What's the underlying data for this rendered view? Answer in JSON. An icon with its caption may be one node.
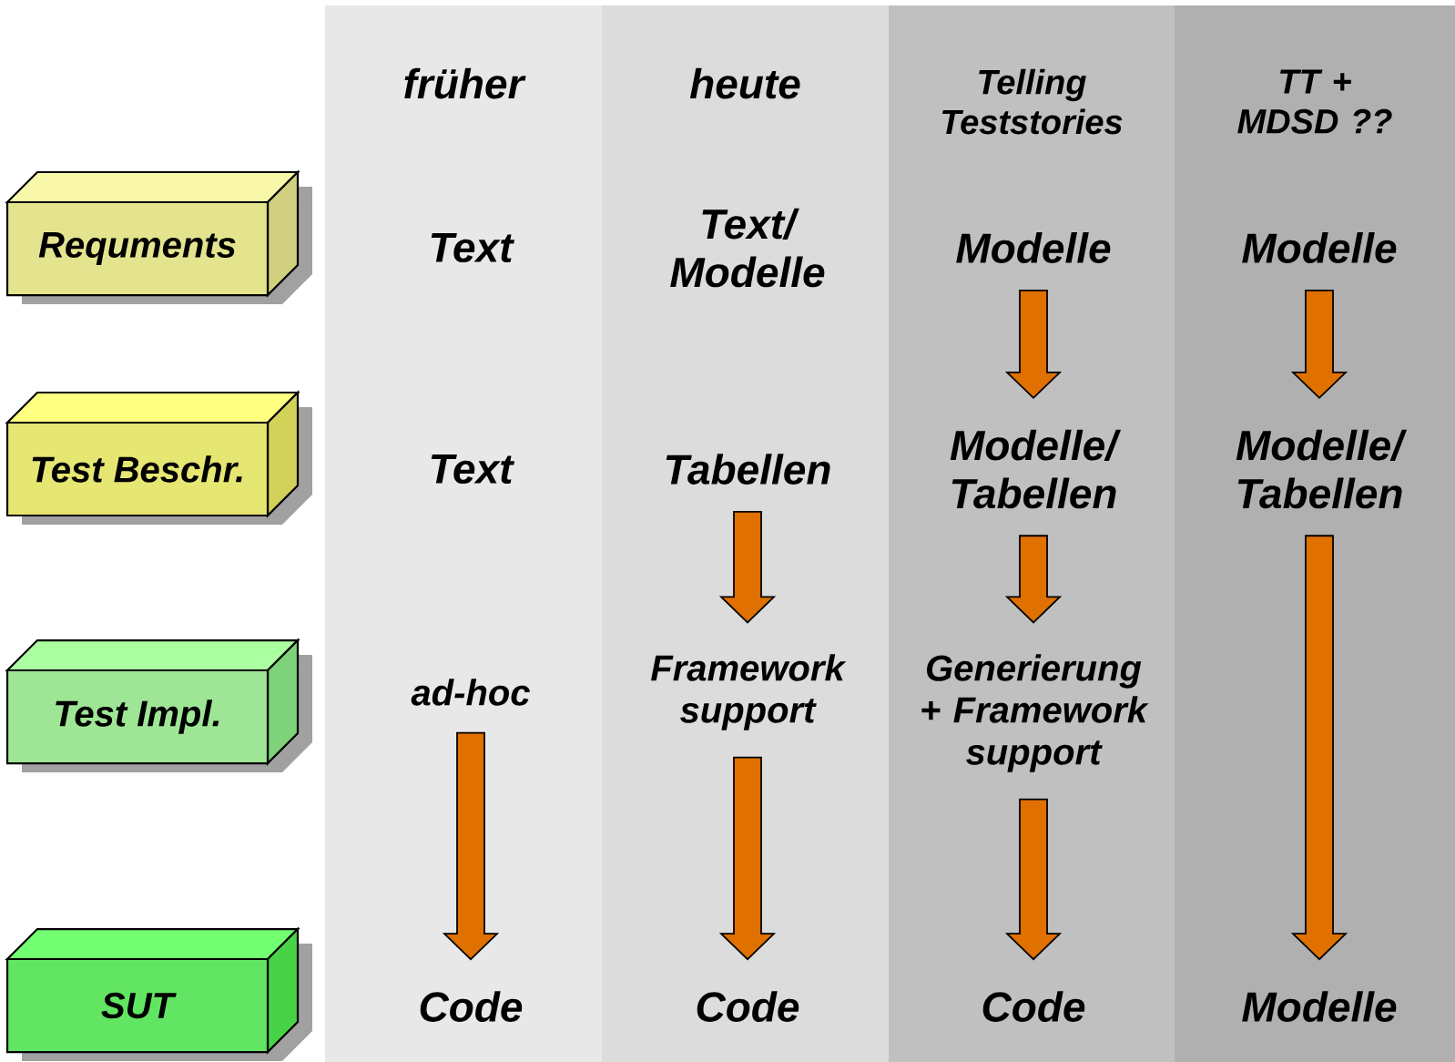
{
  "diagram": {
    "nodes": [
      {
        "text": [
          "Requments"
        ]
      },
      {
        "text": [
          "Test Beschr."
        ]
      },
      {
        "text": [
          "Test Impl."
        ]
      },
      {
        "text": [
          "SUT"
        ]
      },
      {
        "text": [
          "früher"
        ]
      },
      {
        "text": [
          "Text"
        ],
        "in": 4
      },
      {
        "text": [
          "Text"
        ],
        "in": 4
      },
      {
        "text": [
          "ad-hoc"
        ],
        "in": 4
      },
      {
        "text": [
          "Code"
        ],
        "in": 4
      },
      {
        "text": [
          "heute"
        ]
      },
      {
        "text": [
          "Text/ Modelle"
        ],
        "in": 9
      },
      {
        "text": [
          "Tabellen"
        ],
        "in": 9
      },
      {
        "text": [
          "Framework support"
        ],
        "in": 9
      },
      {
        "text": [
          "Code"
        ],
        "in": 9
      },
      {
        "text": [
          "Telling Teststories"
        ]
      },
      {
        "text": [
          "Modelle"
        ],
        "in": 14
      },
      {
        "text": [
          "Modelle/ Tabellen"
        ],
        "in": 14
      },
      {
        "text": [
          "Generierung + Framework support"
        ],
        "in": 14
      },
      {
        "text": [
          "Code"
        ],
        "in": 14
      },
      {
        "text": [
          "TT + MDSD ??"
        ]
      },
      {
        "text": [
          "Modelle"
        ],
        "in": 19
      },
      {
        "text": [
          "Modelle/ Tabellen"
        ],
        "in": 19
      },
      {
        "text": [
          "Modelle"
        ],
        "in": 19
      }
    ],
    "edges": [
      {
        "from": 7,
        "to": 8,
        "arrow": "to"
      },
      {
        "from": 11,
        "to": 12,
        "arrow": "to"
      },
      {
        "from": 12,
        "to": 13,
        "arrow": "to"
      },
      {
        "from": 15,
        "to": 16,
        "arrow": "to"
      },
      {
        "from": 16,
        "to": 17,
        "arrow": "to"
      },
      {
        "from": 17,
        "to": 18,
        "arrow": "to"
      },
      {
        "from": 20,
        "to": 21,
        "arrow": "to"
      },
      {
        "from": 21,
        "to": 22,
        "arrow": "to"
      }
    ]
  }
}
